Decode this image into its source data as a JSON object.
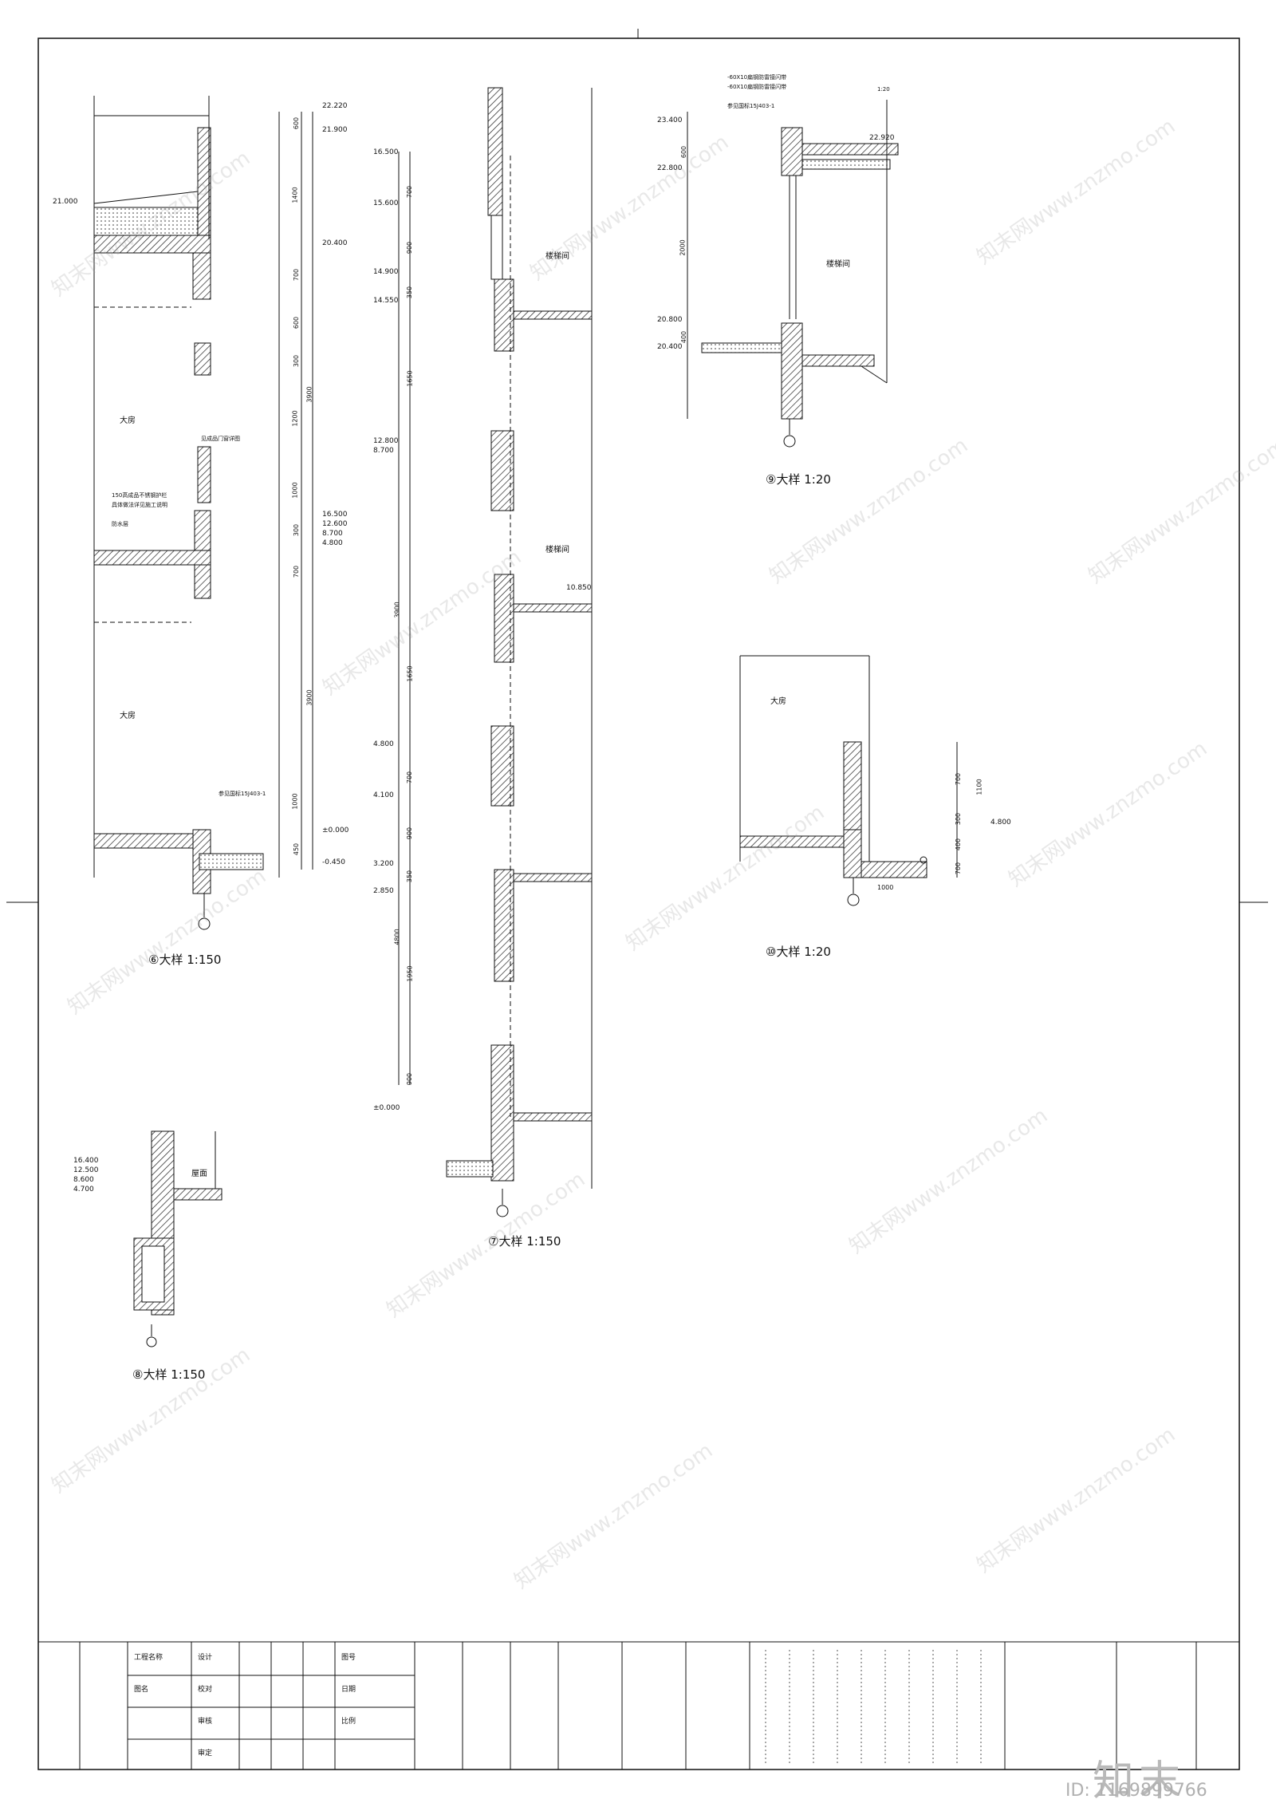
{
  "watermark": {
    "text": "知末网www.znzmo.com",
    "brand": "知末",
    "id_text": "ID: 1169899766"
  },
  "details": {
    "d6": {
      "title": "⑥大样 1:150"
    },
    "d7": {
      "title": "⑦大样 1:150"
    },
    "d8": {
      "title": "⑧大样 1:150"
    },
    "d9": {
      "title": "⑨大样 1:20"
    },
    "d10": {
      "title": "⑩大样 1:20"
    }
  },
  "elevations": {
    "d6": [
      "22.220",
      "21.900",
      "21.000",
      "20.400",
      "16.500",
      "12.600",
      "8.700",
      "4.800",
      "±0.000",
      "-0.450"
    ],
    "d7": [
      "16.500",
      "15.600",
      "14.900",
      "14.550",
      "12.800",
      "8.700",
      "10.850",
      "4.800",
      "4.100",
      "3.200",
      "2.850",
      "±0.000"
    ],
    "d8": [
      "16.400",
      "12.500",
      "8.600",
      "4.700"
    ],
    "d9": [
      "23.400",
      "22.920",
      "22.800",
      "20.800",
      "20.400"
    ],
    "d10": [
      "4.800"
    ]
  },
  "dimensions": {
    "d6": [
      "600",
      "1400",
      "700",
      "600",
      "300",
      "1200",
      "3900",
      "1000",
      "300",
      "700",
      "3900",
      "1000",
      "450"
    ],
    "d7": [
      "700",
      "900",
      "350",
      "1650",
      "3900",
      "1650",
      "700",
      "900",
      "350",
      "4800",
      "1950",
      "900"
    ],
    "d9": [
      "600",
      "2000",
      "400"
    ],
    "d10": [
      "700",
      "1100",
      "300",
      "400",
      "700",
      "1000"
    ]
  },
  "room_labels": {
    "d6_upper": "大房",
    "d6_lower": "大房",
    "d7_a": "楼梯间",
    "d7_b": "楼梯间",
    "d9": "楼梯间",
    "d10": "大房",
    "d8": "屋面"
  },
  "notes": {
    "d9_top": [
      "-60X10扁钢防雷接闪带",
      "-60X10扁钢防雷接闪带",
      "参见国标15J403-1",
      "1:20"
    ],
    "d6_callouts": [
      "参见国标15J403-1",
      "150高成品不锈钢护栏",
      "具体做法详见施工说明",
      "见成品门窗详图",
      "防水层"
    ],
    "title_block": [
      "工程名称",
      "图名",
      "设计",
      "校对",
      "审核",
      "审定",
      "图号",
      "日期",
      "比例"
    ]
  },
  "colors": {
    "line": "#111111",
    "hatch": "#333333",
    "watermark": "#9a9a9a"
  }
}
